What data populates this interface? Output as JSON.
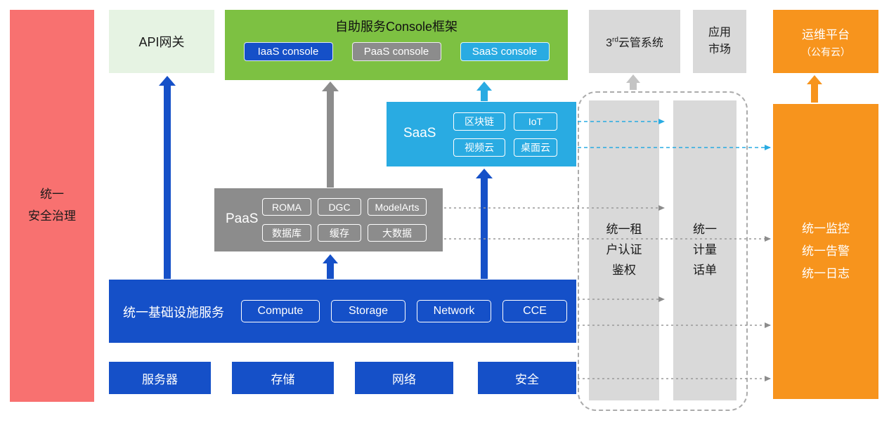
{
  "colors": {
    "red": "#F87170",
    "light_green": "#E6F3E3",
    "green": "#7DC142",
    "blue": "#1550C8",
    "gray": "#8C8C8C",
    "light_gray": "#D9D9D9",
    "cyan": "#29ABE2",
    "orange": "#F7941D"
  },
  "security_bar": {
    "label": "统一\n安全治理"
  },
  "api_gateway": {
    "label": "API网关"
  },
  "console_framework": {
    "title": "自助服务Console框架",
    "consoles": [
      {
        "label": "IaaS console"
      },
      {
        "label": "PaaS console"
      },
      {
        "label": "SaaS console"
      }
    ]
  },
  "third_party_cloud": {
    "num": "3",
    "sup": "rd",
    "rest": "云管系统"
  },
  "app_market": {
    "label": "应用\n市场"
  },
  "ops_platform": {
    "line1": "运维平台",
    "line2": "（公有云）"
  },
  "saas": {
    "label": "SaaS",
    "items": [
      "区块链",
      "IoT",
      "视频云",
      "桌面云"
    ]
  },
  "paas": {
    "label": "PaaS",
    "items": [
      "ROMA",
      "DGC",
      "ModelArts",
      "数据库",
      "缓存",
      "大数据"
    ]
  },
  "iaas": {
    "label": "统一基础设施服务",
    "items": [
      "Compute",
      "Storage",
      "Network",
      "CCE"
    ]
  },
  "hardware": {
    "items": [
      "服务器",
      "存储",
      "网络",
      "安全"
    ]
  },
  "auth_bar": {
    "label": "统一租\n户认证\n鉴权"
  },
  "metering_bar": {
    "label": "统一\n计量\n话单"
  },
  "monitor_bar": {
    "label": "统一监控\n统一告警\n统一日志"
  }
}
